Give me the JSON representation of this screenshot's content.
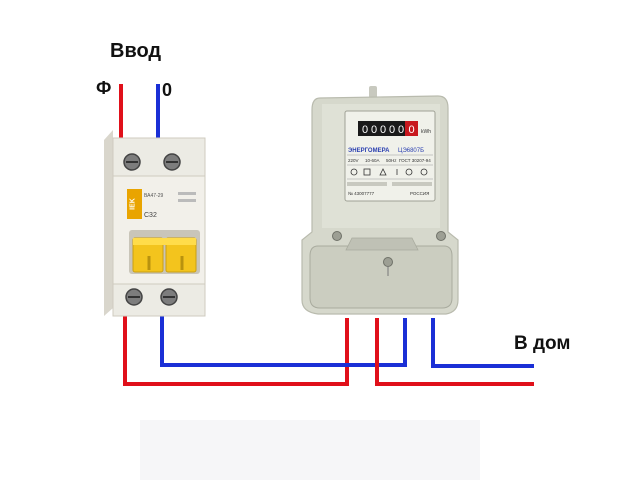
{
  "labels": {
    "input": "Ввод",
    "phase": "Ф",
    "zero": "0",
    "to_house": "В дом"
  },
  "breaker": {
    "brand": "IEK",
    "model": "ВА47-29",
    "rating": "C32"
  },
  "meter": {
    "counter": [
      "0",
      "0",
      "0",
      "0",
      "0",
      "0"
    ],
    "unit": "kWh",
    "brand": "ЭНЕРГОМЕРА",
    "model": "ЦЭ6807Б",
    "specs": [
      "220V",
      "10-60A",
      "50Hz",
      "ГОСТ 30207-94"
    ],
    "serial": "№ 43007777",
    "country": "РОССИЯ"
  },
  "colors": {
    "phase_wire": "#e0101a",
    "neutral_wire": "#1a2fd6",
    "breaker_body": "#f2f0ea",
    "breaker_handle": "#f3c41d",
    "meter_body": "#d6d8cc",
    "iek_logo": "#e9a400"
  }
}
